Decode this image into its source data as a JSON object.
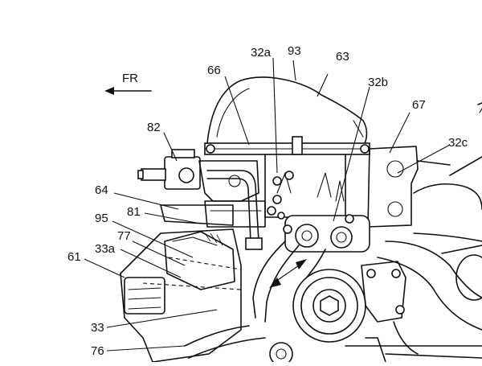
{
  "direction": {
    "label": "FR"
  },
  "labels": {
    "l93": "93",
    "l63": "63",
    "l32a": "32a",
    "l32b": "32b",
    "l32c": "32c",
    "l66": "66",
    "l67": "67",
    "l82": "82",
    "l64": "64",
    "l81": "81",
    "l95": "95",
    "l77": "77",
    "l33a": "33a",
    "l61": "61",
    "l33": "33",
    "l76": "76"
  }
}
